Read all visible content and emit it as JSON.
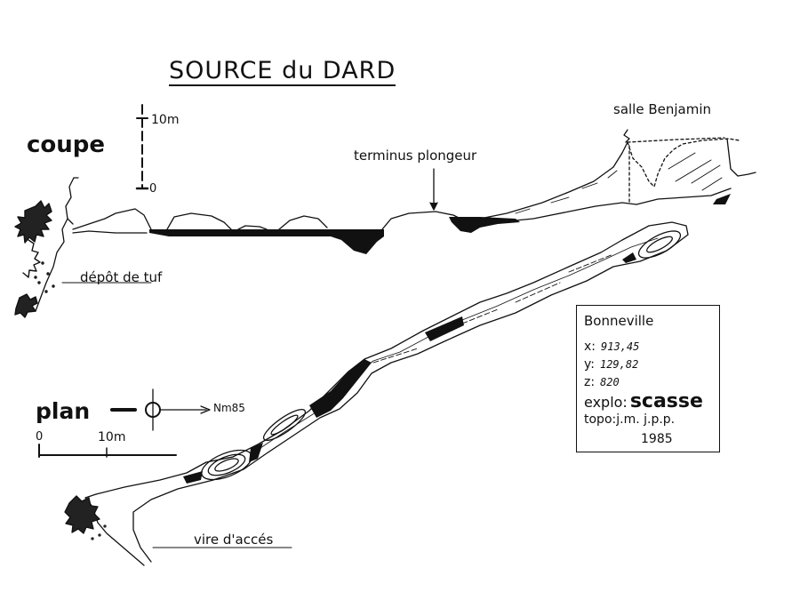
{
  "title": "SOURCE du DARD",
  "section_label": "coupe",
  "plan_label": "plan",
  "vertical_scale": {
    "top_label": "10m",
    "bottom_label": "0"
  },
  "horizontal_scale": {
    "left_label": "0",
    "right_label": "10m"
  },
  "north_arrow_label": "Nm85",
  "annotations": {
    "terminus": "terminus plongeur",
    "salle": "salle Benjamin",
    "depot": "dépôt de tuf",
    "vire": "vire d'accés"
  },
  "info": {
    "place": "Bonneville",
    "x_label": "x:",
    "x_value": "913,45",
    "y_label": "y:",
    "y_value": "129,82",
    "z_label": "z:",
    "z_value": "820",
    "explo_label": "explo:",
    "explo_value": "scasse",
    "topo": "topo:j.m. j.p.p.",
    "year": "1985"
  }
}
